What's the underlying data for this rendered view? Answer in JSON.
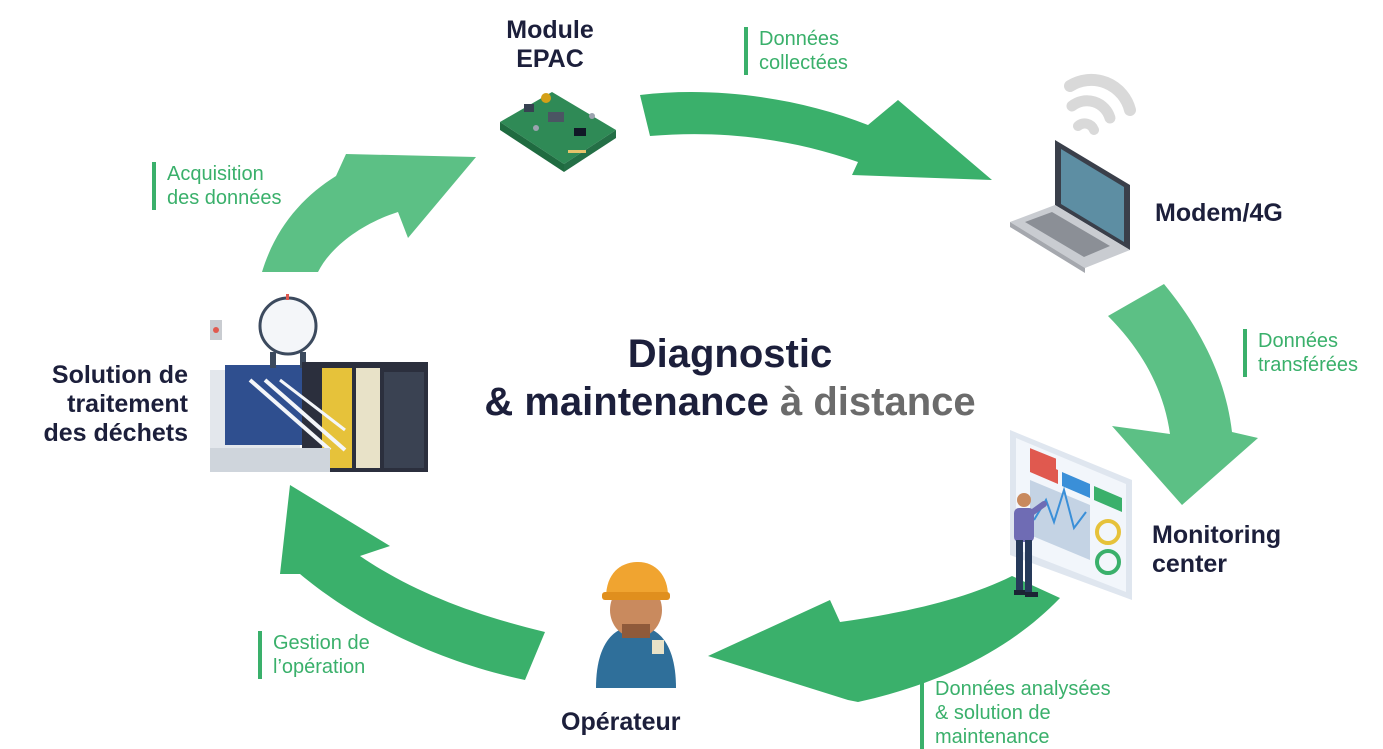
{
  "title": {
    "line1": "Diagnostic",
    "line2_main": "& maintenance",
    "line2_accent": "à distance"
  },
  "nodes": {
    "epac": [
      "Module",
      "EPAC"
    ],
    "modem": [
      "Modem/4G"
    ],
    "monitoring": [
      "Monitoring",
      "center"
    ],
    "operator": [
      "Opérateur"
    ],
    "waste": [
      "Solution de",
      "traitement",
      "des déchets"
    ]
  },
  "steps": {
    "acquisition": [
      "Acquisition",
      "des données"
    ],
    "collected": [
      "Données",
      "collectées"
    ],
    "transferred": [
      "Données",
      "transférées"
    ],
    "analysed": [
      "Données analysées",
      "& solution de",
      "maintenance"
    ],
    "management": [
      "Gestion de",
      "l’opération"
    ]
  },
  "colors": {
    "arrow": "#3ab06b",
    "arrow_light": "#5cc085",
    "text_dark": "#1c1f3b",
    "text_grey": "#6b6b6b"
  },
  "icons": {
    "epac": "circuit-board-icon",
    "modem": "laptop-wifi-icon",
    "monitoring": "dashboard-screen-icon",
    "operator": "worker-helmet-icon",
    "waste": "industrial-plant-icon"
  }
}
